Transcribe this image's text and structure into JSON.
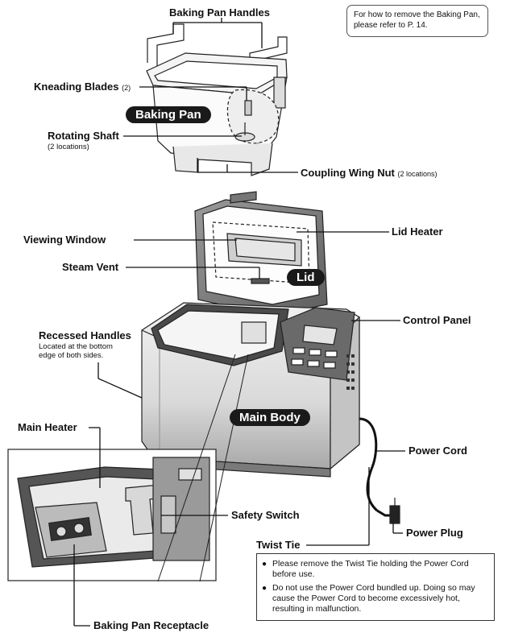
{
  "reference_note": {
    "line1": "For how to remove the Baking Pan,",
    "line2": "please refer to P. 14."
  },
  "labels": {
    "baking_pan_handles": "Baking Pan Handles",
    "kneading_blades": "Kneading Blades",
    "kneading_blades_count": "(2)",
    "baking_pan": "Baking Pan",
    "rotating_shaft": "Rotating Shaft",
    "rotating_shaft_note": "(2 locations)",
    "coupling_wing_nut": "Coupling Wing Nut",
    "coupling_wing_nut_note": "(2 locations)",
    "viewing_window": "Viewing Window",
    "lid_heater": "Lid Heater",
    "steam_vent": "Steam Vent",
    "lid": "Lid",
    "recessed_handles": "Recessed Handles",
    "recessed_handles_note1": "Located at the bottom",
    "recessed_handles_note2": "edge of both sides.",
    "control_panel": "Control Panel",
    "main_body": "Main Body",
    "main_heater": "Main Heater",
    "power_cord": "Power Cord",
    "safety_switch": "Safety Switch",
    "power_plug": "Power Plug",
    "twist_tie": "Twist Tie",
    "baking_pan_receptacle": "Baking Pan Receptacle"
  },
  "warnings": [
    {
      "bullet": "●",
      "text": "Please remove the Twist Tie holding the Power Cord before use."
    },
    {
      "bullet": "●",
      "text": "Do not use the Power Cord bundled up. Doing so may cause the Power Cord to become excessively hot, resulting in malfunction."
    }
  ]
}
